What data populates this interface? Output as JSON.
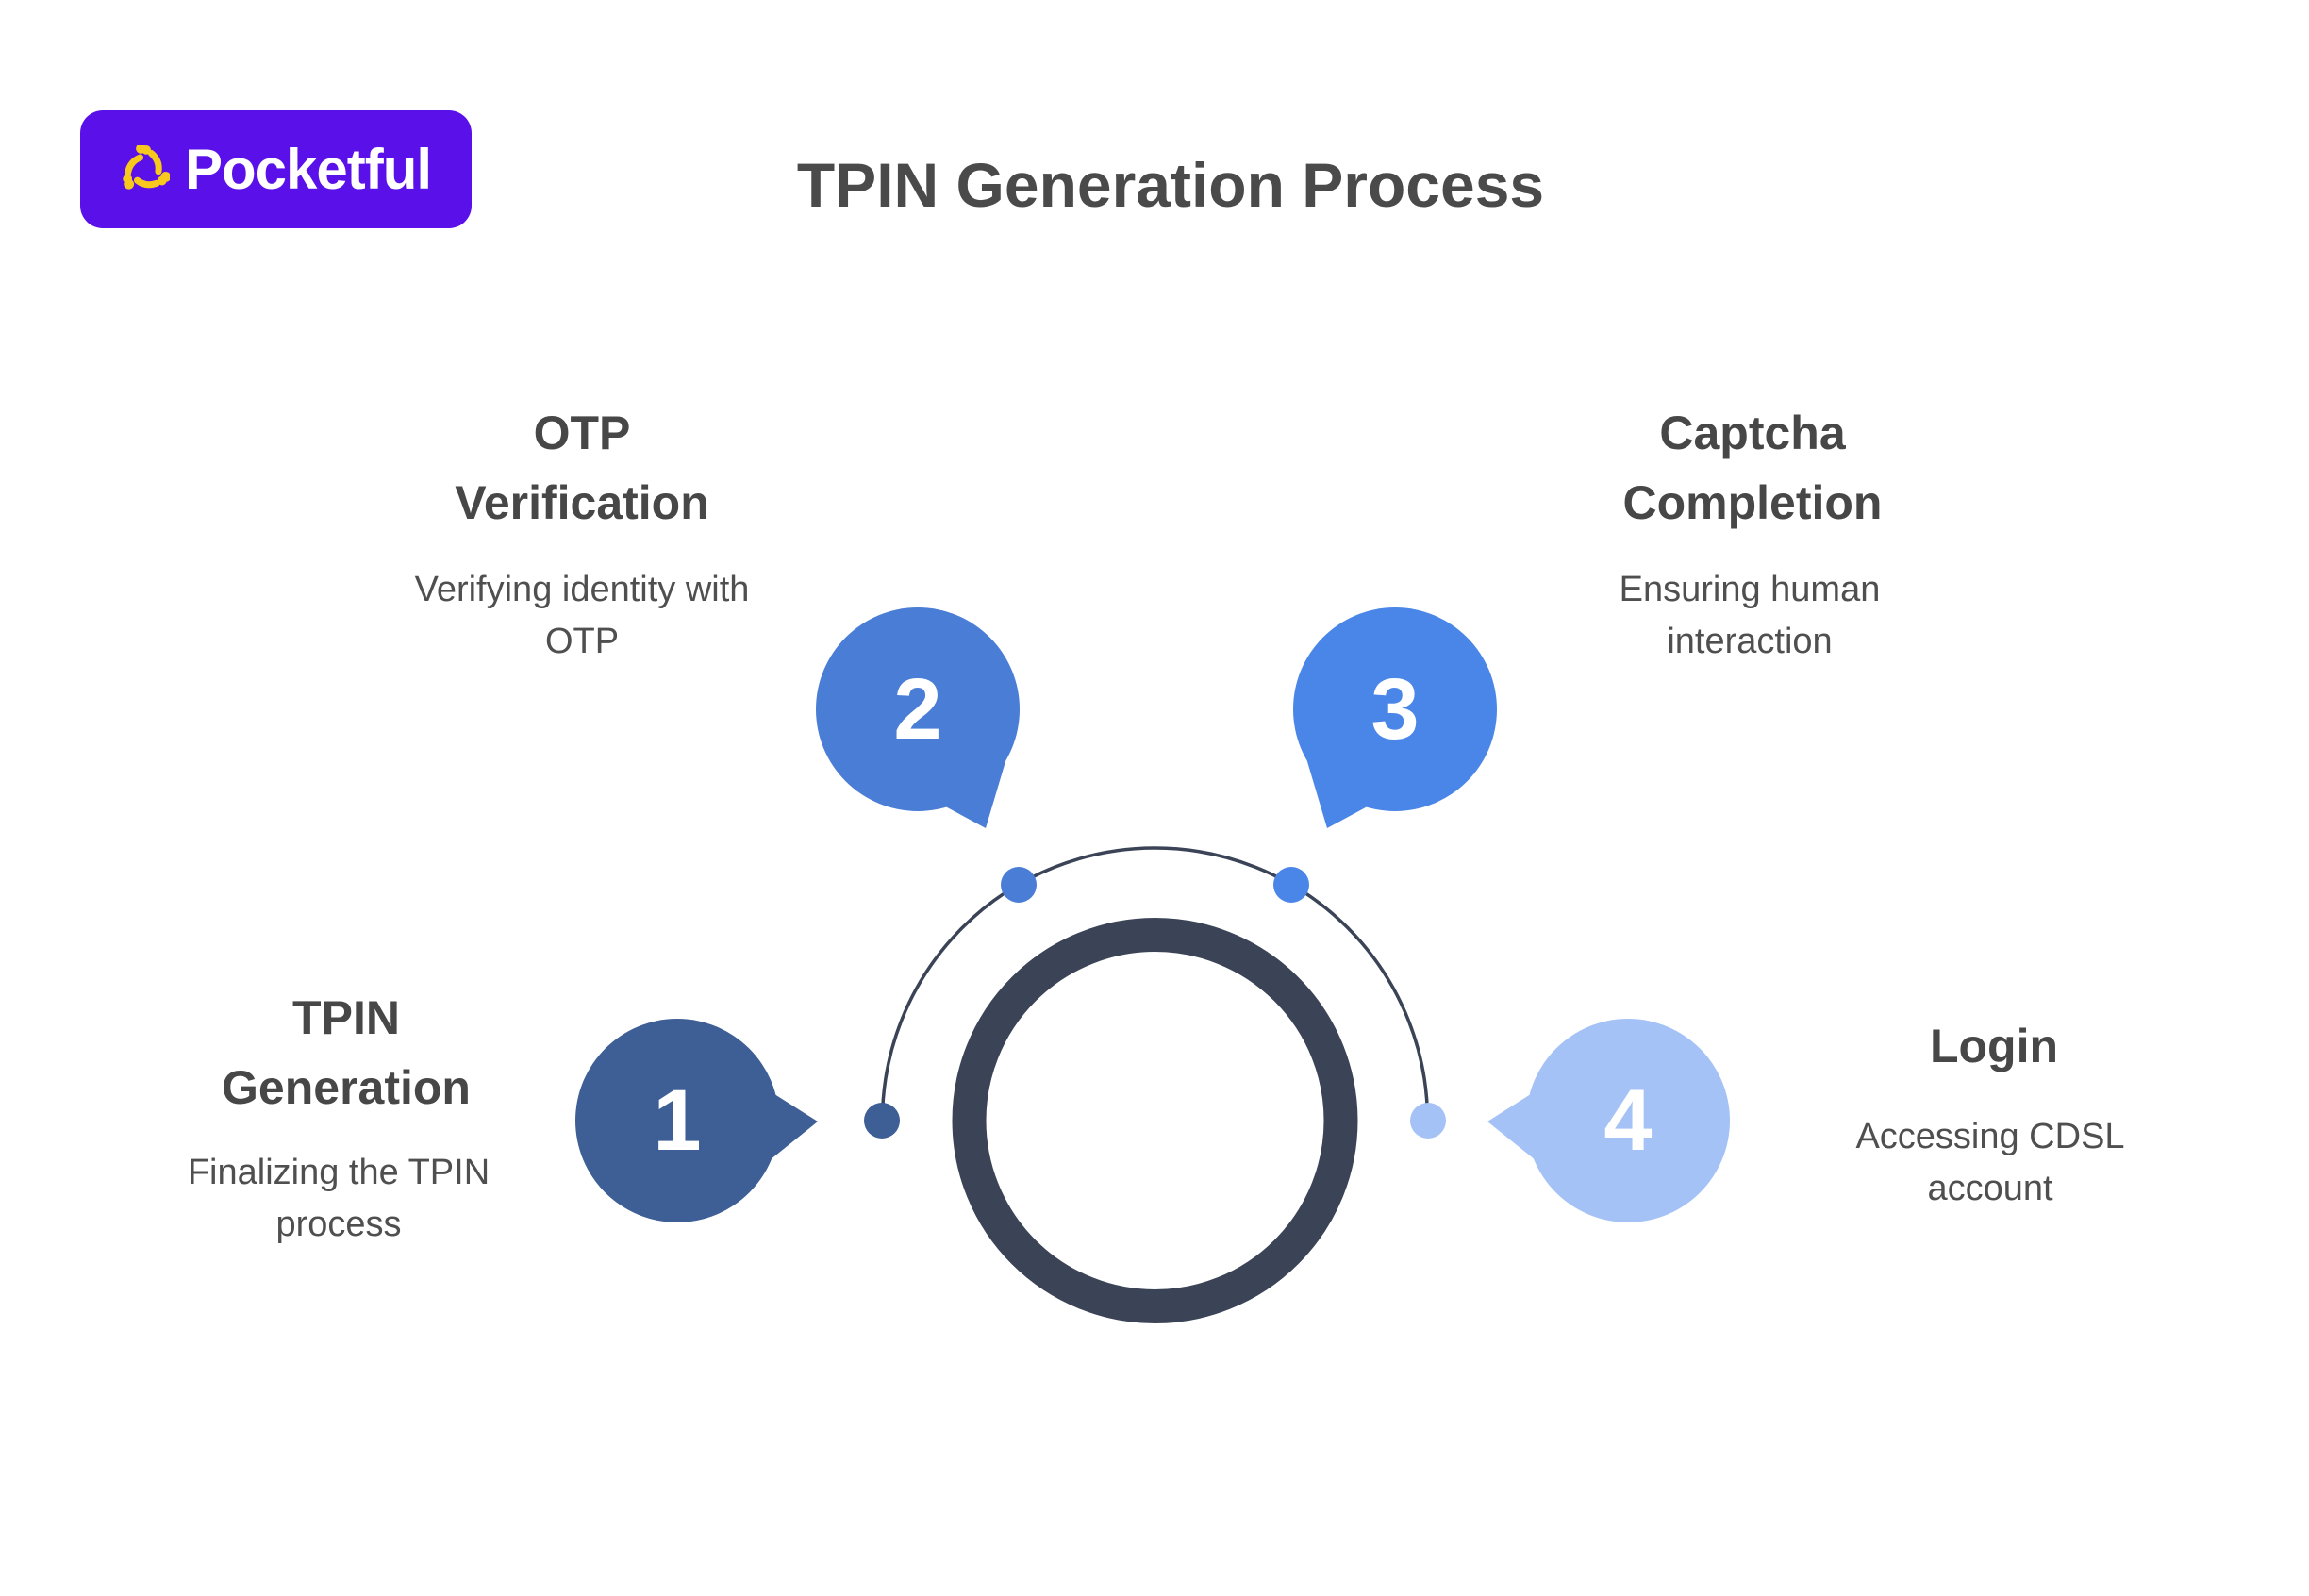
{
  "brand": {
    "name": "Pocketful",
    "bg_color": "#5A10E8",
    "icon_color": "#F8C81C"
  },
  "title": "TPIN Generation Process",
  "steps": [
    {
      "number": "1",
      "title": "TPIN Generation",
      "description": "Finalizing the TPIN process",
      "color": "#3E5E96"
    },
    {
      "number": "2",
      "title": "OTP Verification",
      "description": "Verifying identity with OTP",
      "color": "#4A7DD6"
    },
    {
      "number": "3",
      "title": "Captcha Completion",
      "description": "Ensuring human interaction",
      "color": "#4A86E8"
    },
    {
      "number": "4",
      "title": "Login",
      "description": "Accessing CDSL account",
      "color": "#A4C2F6"
    }
  ],
  "diagram": {
    "ring_color": "#3B4457",
    "arc_color": "#3B4457"
  }
}
